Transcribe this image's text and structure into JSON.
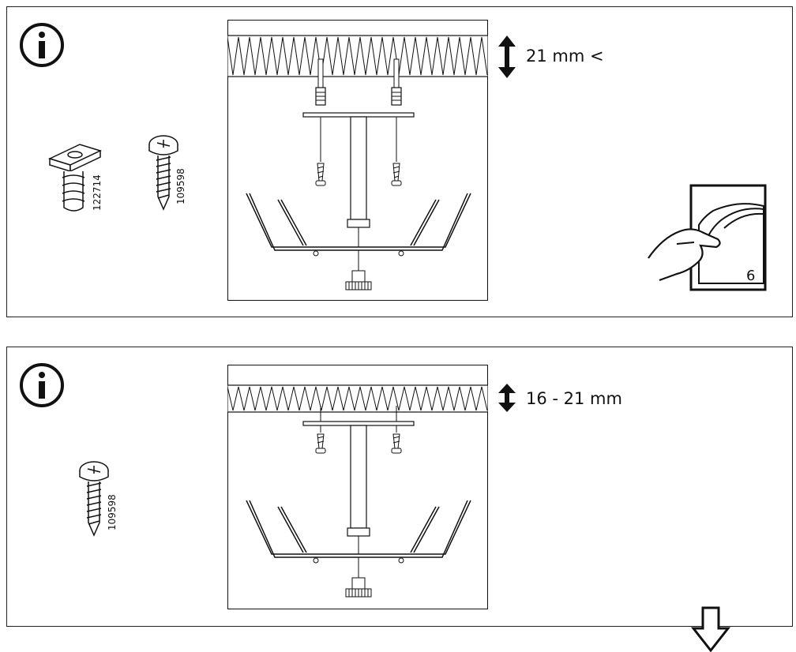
{
  "step1": {
    "part_a": "122714",
    "part_b": "109598",
    "measure": "21 mm <",
    "page_ref": "6"
  },
  "step2": {
    "part_b": "109598",
    "measure": "16 - 21 mm"
  },
  "icons": {
    "info": "info-icon",
    "arrow": "double-arrow-icon",
    "page_turn": "page-turn-icon",
    "next": "down-arrow-icon"
  }
}
